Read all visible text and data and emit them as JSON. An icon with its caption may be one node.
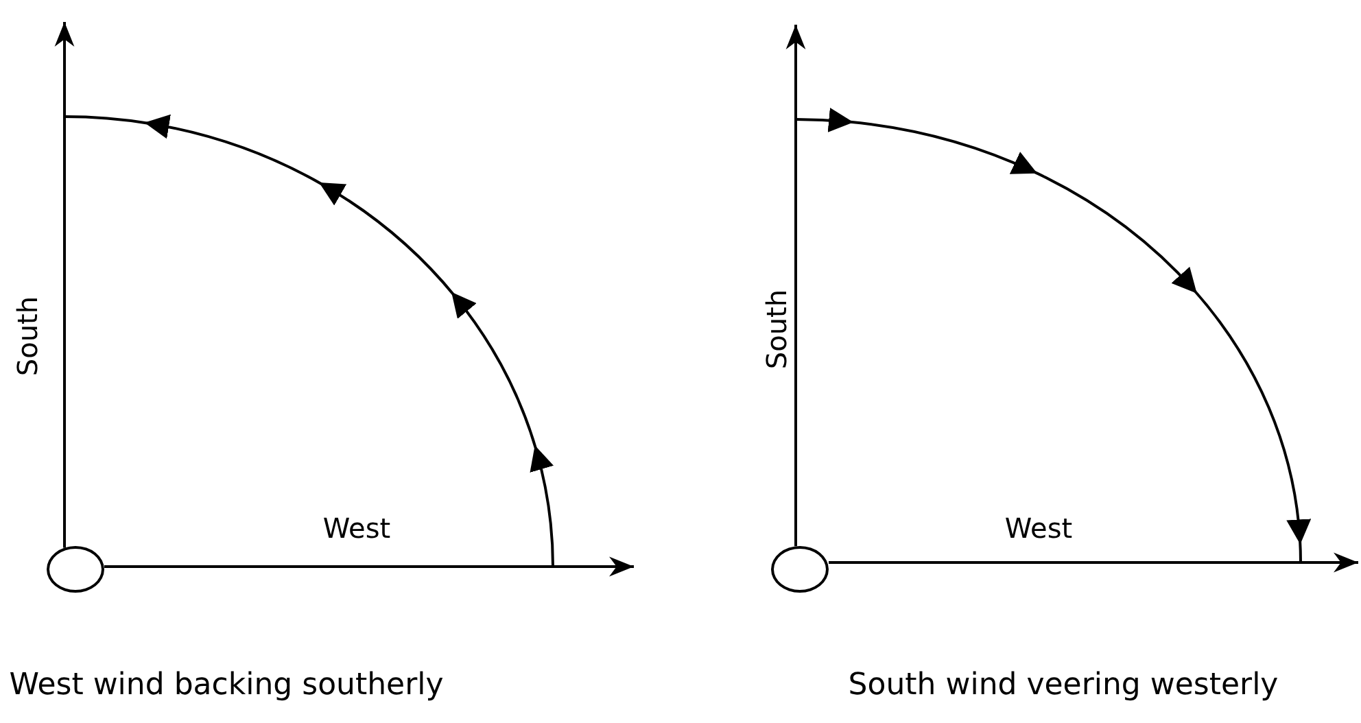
{
  "diagram": {
    "nodes": [
      {
        "text": [],
        "shape": "circle"
      },
      {
        "text": [],
        "shape": "circle"
      }
    ],
    "edges": [
      {
        "from": 0,
        "to": null,
        "arrow": "to",
        "label": "South"
      },
      {
        "from": 0,
        "to": null,
        "arrow": "to",
        "label": "West"
      },
      {
        "from": 1,
        "to": null,
        "arrow": "to",
        "label": "South"
      },
      {
        "from": 1,
        "to": null,
        "arrow": "to",
        "label": "West"
      }
    ],
    "labels": [
      "West wind backing southerly",
      "South wind veering westerly"
    ]
  }
}
